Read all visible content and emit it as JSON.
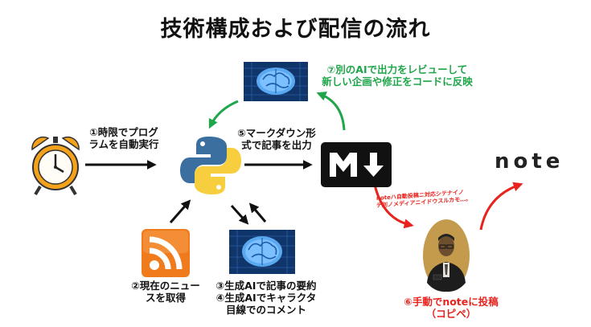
{
  "title": "技術構成および配信の流れ",
  "labels": {
    "step1_line1": "①時限でプログ",
    "step1_line2": "ラムを自動実行",
    "step2_line1": "②現在のニュー",
    "step2_line2": "スを取得",
    "step3_line1": "③生成AIで記事の要約",
    "step3_line2": "④生成AIでキャラクタ",
    "step3_line3": "目線でのコメント",
    "step5_line1": "⑤マークダウン形",
    "step5_line2": "式で記事を出力",
    "step6_line1": "⑥手動でnoteに投稿",
    "step6_line2": "（コピペ）",
    "step7_line1": "⑦別のAIで出力をレビューして",
    "step7_line2": "新しい企画や修正をコードに反映",
    "note_warning_line1": "noteハ自動投稿ニ対応シテナイノ",
    "note_warning_line2": "デ別ノメディアニイドウスルカモ…。",
    "note_logo": "note"
  },
  "colors": {
    "arrow_black": "#111111",
    "arrow_green": "#1fa64a",
    "arrow_red": "#e8231d",
    "python_blue": "#3a6f9f",
    "python_yellow": "#f7cf3e",
    "rss_orange": "#f07b1c",
    "brain_blue": "#1e62b0"
  }
}
